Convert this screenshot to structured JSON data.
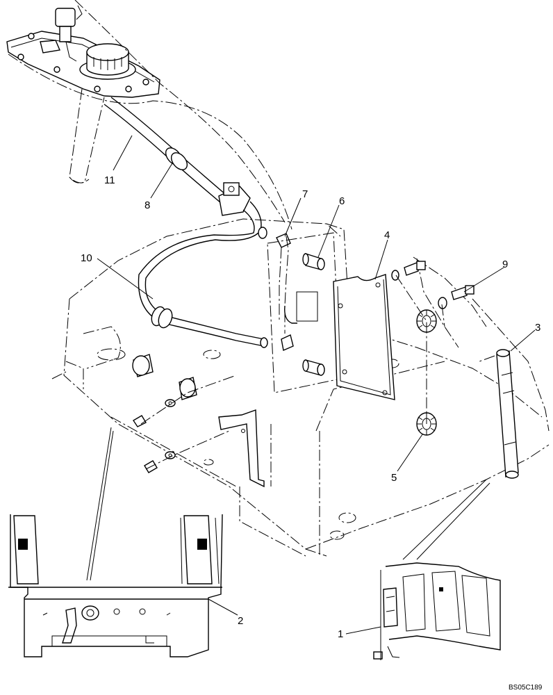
{
  "drawing_ref": "BS05C189",
  "callouts": [
    {
      "id": "1",
      "label": "1"
    },
    {
      "id": "2",
      "label": "2"
    },
    {
      "id": "3",
      "label": "3"
    },
    {
      "id": "4",
      "label": "4"
    },
    {
      "id": "5",
      "label": "5"
    },
    {
      "id": "6",
      "label": "6"
    },
    {
      "id": "7",
      "label": "7"
    },
    {
      "id": "8",
      "label": "8"
    },
    {
      "id": "9",
      "label": "9"
    },
    {
      "id": "10",
      "label": "10"
    },
    {
      "id": "11",
      "label": "11"
    }
  ]
}
